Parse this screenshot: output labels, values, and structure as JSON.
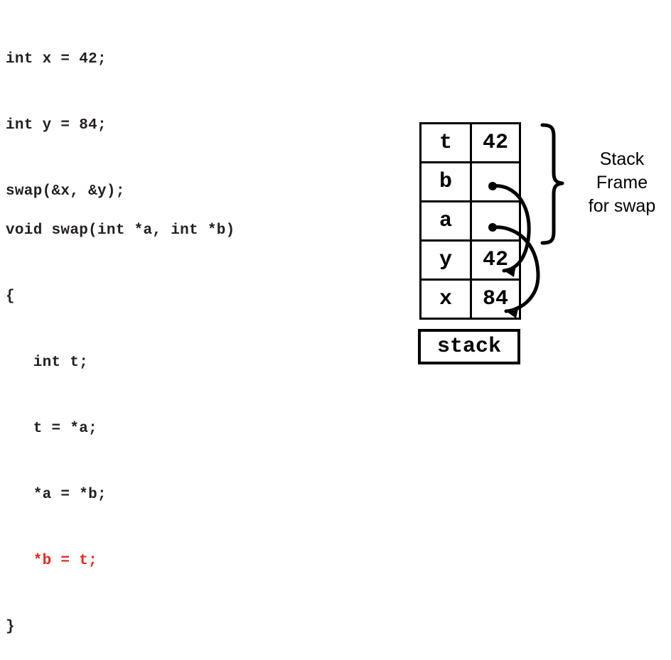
{
  "colors": {
    "ink": "#231f20",
    "highlight": "#e8291c",
    "stroke": "#000000",
    "background": "#ffffff"
  },
  "code": {
    "call_block": [
      "int x = 42;",
      "int y = 84;",
      "swap(&x, &y);"
    ],
    "function_block": [
      {
        "text": "void swap(int *a, int *b)",
        "highlighted": false
      },
      {
        "text": "{",
        "highlighted": false
      },
      {
        "text": "   int t;",
        "highlighted": false
      },
      {
        "text": "   t = *a;",
        "highlighted": false
      },
      {
        "text": "   *a = *b;",
        "highlighted": false
      },
      {
        "text": "   *b = t;",
        "highlighted": true
      },
      {
        "text": "}",
        "highlighted": false
      }
    ]
  },
  "diagram": {
    "rows": [
      {
        "name": "t",
        "value": "42",
        "is_pointer": false,
        "in_frame": true
      },
      {
        "name": "b",
        "value": "",
        "is_pointer": true,
        "in_frame": true,
        "points_to": "y"
      },
      {
        "name": "a",
        "value": "",
        "is_pointer": true,
        "in_frame": true,
        "points_to": "x"
      },
      {
        "name": "y",
        "value": "42",
        "is_pointer": false,
        "in_frame": false
      },
      {
        "name": "x",
        "value": "84",
        "is_pointer": false,
        "in_frame": false
      }
    ],
    "base_label": "stack",
    "brace_label": [
      "Stack",
      "Frame",
      "for swap"
    ],
    "brace_spans_rows": [
      "t",
      "b",
      "a"
    ]
  }
}
